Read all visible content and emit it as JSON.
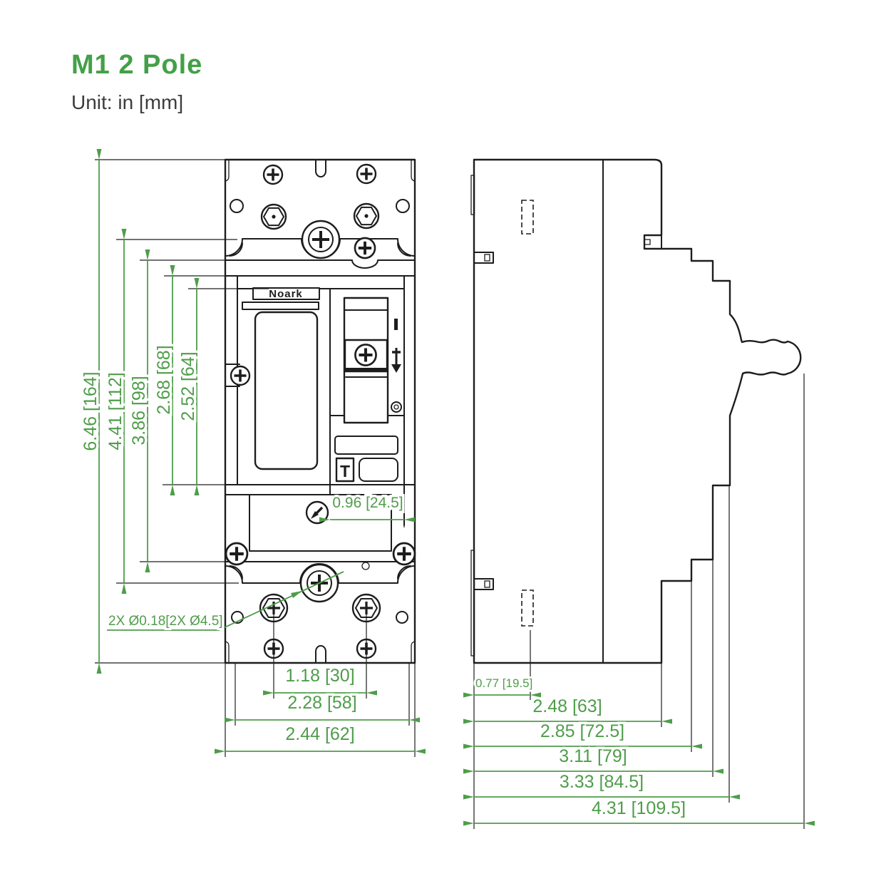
{
  "title": "M1 2 Pole",
  "unit_note": "Unit: in [mm]",
  "front_view": {
    "brand_logo": "Noark",
    "handle_on_marker": "I",
    "test_button": "T",
    "height_dims": [
      "6.46 [164]",
      "4.41 [112]",
      "3.86 [98]",
      "2.68 [68]",
      "2.52 [64]"
    ],
    "width_dims": [
      "1.18 [30]",
      "2.28 [58]",
      "2.44 [62]"
    ],
    "handle_offset_dim": "0.96 [24.5]",
    "mounting_hole_callout": "2X Ø0.18[2X Ø4.5]"
  },
  "side_view": {
    "depth_dims": [
      "0.77 [19.5]",
      "2.48 [63]",
      "2.85 [72.5]",
      "3.11 [79]",
      "3.33 [84.5]",
      "4.31 [109.5]"
    ]
  },
  "colors": {
    "dimension_green": "#4f9d4a",
    "title_green": "#43a047",
    "line_color": "#1d1d1d",
    "background": "#ffffff"
  }
}
